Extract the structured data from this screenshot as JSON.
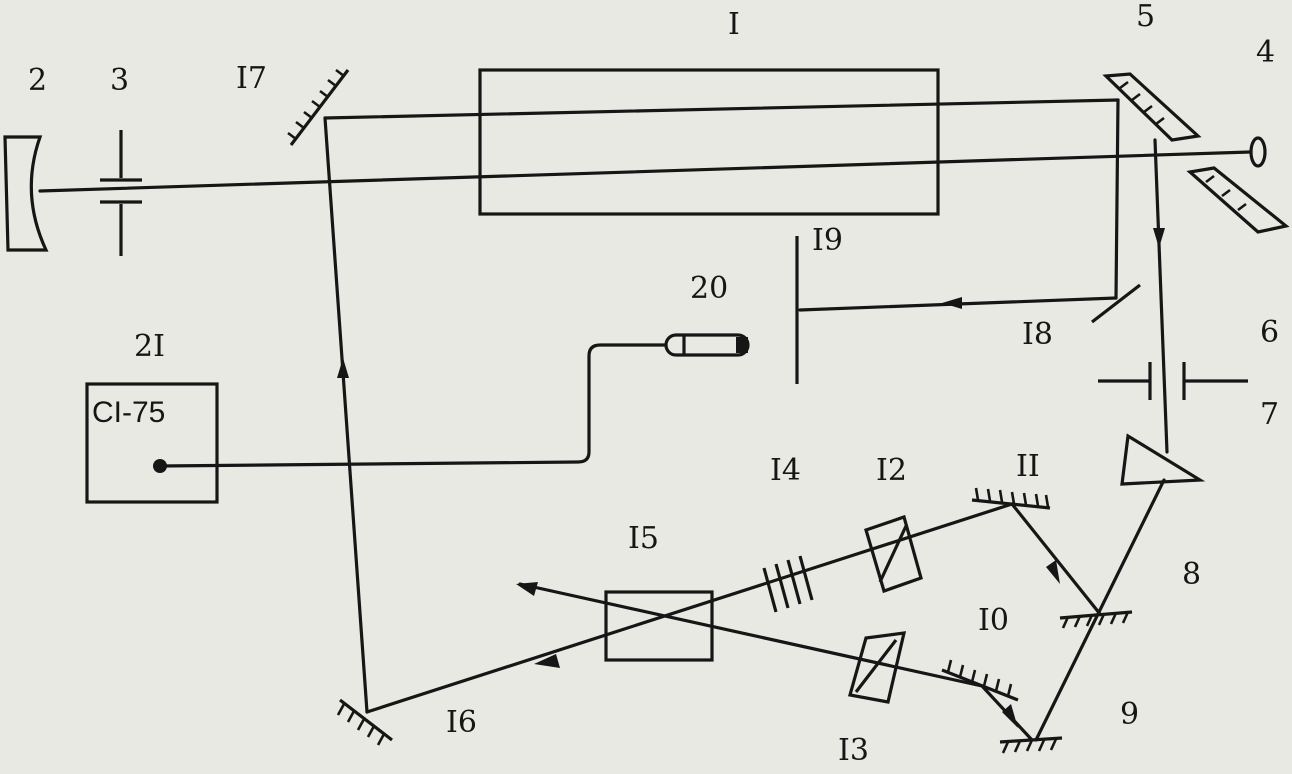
{
  "labels": {
    "laser_tube": "I",
    "rear_mirror": "2",
    "aperture_3": "3",
    "mirror_17": "I7",
    "mirror_5": "5",
    "output_4": "4",
    "plate_19": "I9",
    "detector_20": "20",
    "meter_21": "2I",
    "meter_model": "CI-75",
    "splitter_18": "I8",
    "aperture_6": "6",
    "aperture_7": "7",
    "prism_8": "8",
    "mirror_9": "9",
    "mirror_10": "I0",
    "mirror_11": "II",
    "polarizer_12": "I2",
    "polarizer_13": "I3",
    "plate_14": "I4",
    "cell_15": "I5",
    "mirror_16": "I6"
  },
  "colors": {
    "ink": "#161616",
    "paper": "#e9e9e3"
  }
}
